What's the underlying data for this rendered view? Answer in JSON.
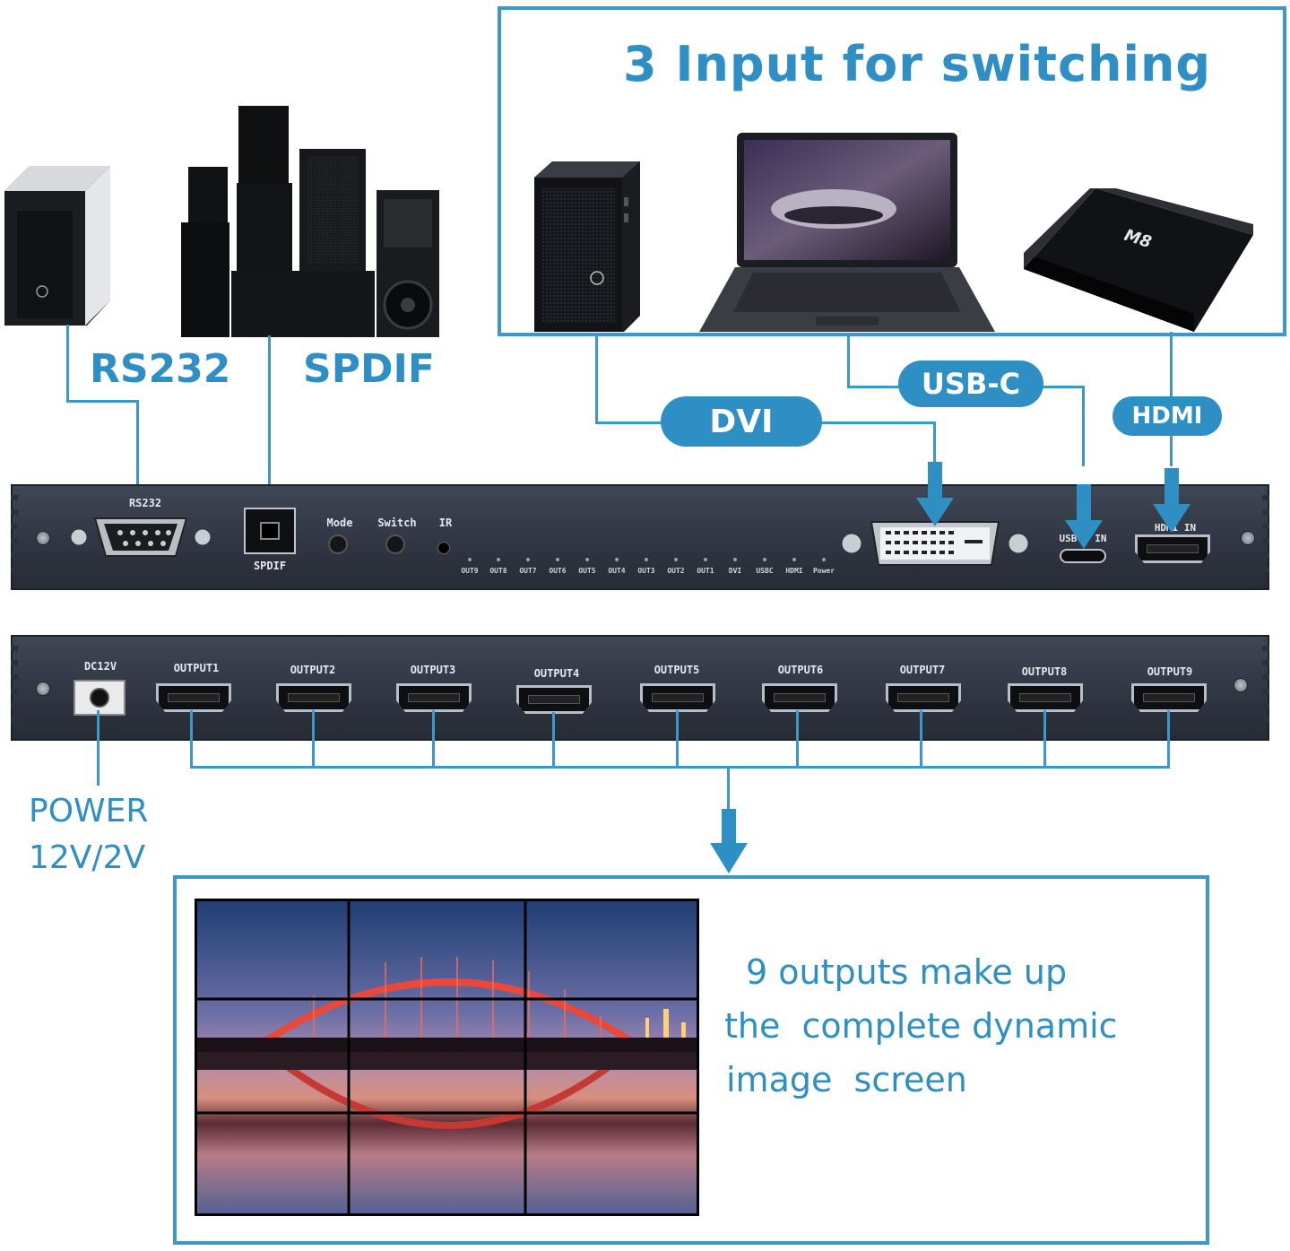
{
  "header": {
    "title": "3 Input for switching"
  },
  "labels": {
    "rs232": "RS232",
    "spdif": "SPDIF",
    "dvi": "DVI",
    "usbc": "USB-C",
    "hdmi": "HDMI",
    "power_line1": "POWER",
    "power_line2": "12V/2V"
  },
  "front_panel": {
    "rs232": "RS232",
    "spdif": "SPDIF",
    "mode": "Mode",
    "switch": "Switch",
    "ir": "IR",
    "dvi": "DVI",
    "usbc_in": "USB-C IN",
    "hdmi_in": "HDMI IN",
    "leds": [
      "OUT9",
      "OUT8",
      "OUT7",
      "OUT6",
      "OUT5",
      "OUT4",
      "OUT3",
      "OUT2",
      "OUT1",
      "DVI",
      "USBC",
      "HDMI",
      "Power"
    ]
  },
  "back_panel": {
    "dc": "DC12V",
    "outputs": [
      "OUTPUT1",
      "OUTPUT2",
      "OUTPUT3",
      "OUTPUT4",
      "OUTPUT5",
      "OUTPUT6",
      "OUTPUT7",
      "OUTPUT8",
      "OUTPUT9"
    ]
  },
  "devices": {
    "tv_box_brand": "M8"
  },
  "description": {
    "line1": "9 outputs make up",
    "line2": "the  complete dynamic",
    "line3": "image  screen"
  },
  "colors": {
    "accent": "#2f8fc4",
    "panel": "#2f3541"
  }
}
